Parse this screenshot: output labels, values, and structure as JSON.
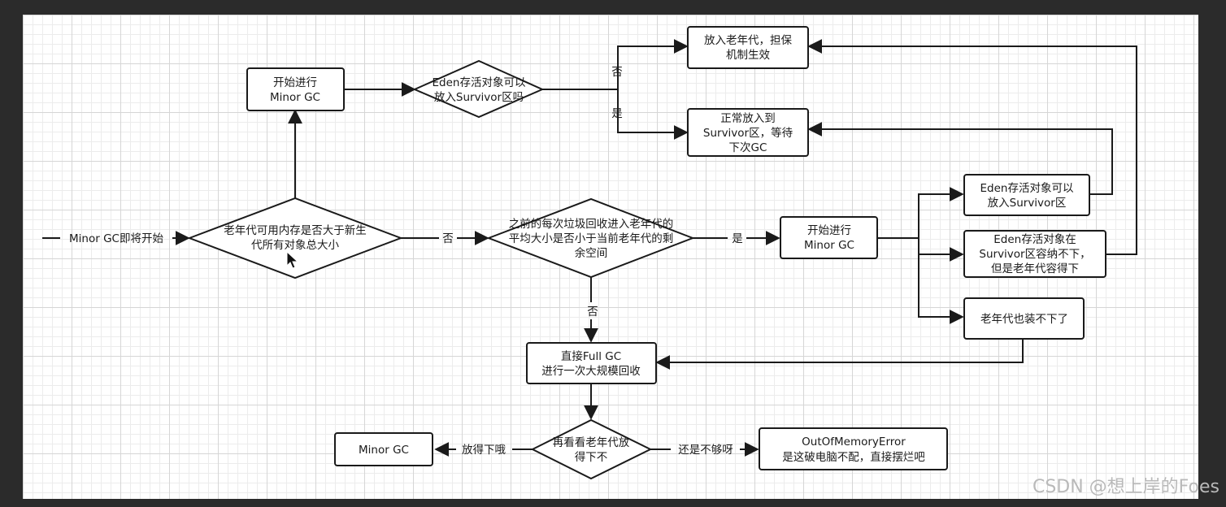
{
  "nodes": {
    "start_label": "Minor GC即将开始",
    "decision_old_gen": [
      "老年代可用内存是否大于新生",
      "代所有对象总大小"
    ],
    "start_minor_top": [
      "开始进行",
      "Minor GC"
    ],
    "decision_eden_fit": [
      "Eden存活对象可以",
      "放入Survivor区吗"
    ],
    "box_promote_guarantee": [
      "放入老年代，担保",
      "机制生效"
    ],
    "box_normal_survivor": [
      "正常放入到",
      "Survivor区，等待",
      "下次GC"
    ],
    "decision_avg_promotion": [
      "之前的每次垃圾回收进入老年代的",
      "平均大小是否小于当前老年代的剩",
      "余空间"
    ],
    "start_minor_right": [
      "开始进行",
      "Minor GC"
    ],
    "box_eden_fits_survivor": [
      "Eden存活对象可以",
      "放入Survivor区"
    ],
    "box_survivor_overflow": [
      "Eden存活对象在",
      "Survivor区容纳不下，",
      "但是老年代容得下"
    ],
    "box_old_gen_full": [
      "老年代也装不下了"
    ],
    "box_full_gc": [
      "直接Full GC",
      "进行一次大规模回收"
    ],
    "decision_recheck": [
      "再看看老年代放",
      "得下不"
    ],
    "box_minor_gc_end": [
      "Minor GC"
    ],
    "box_oom": [
      "OutOfMemoryError",
      "是这破电脑不配，直接摆烂吧"
    ]
  },
  "edges": {
    "no": "否",
    "yes": "是",
    "fits": "放得下哦",
    "not_enough": "还是不够呀"
  },
  "watermark": "CSDN @想上岸的Foes"
}
